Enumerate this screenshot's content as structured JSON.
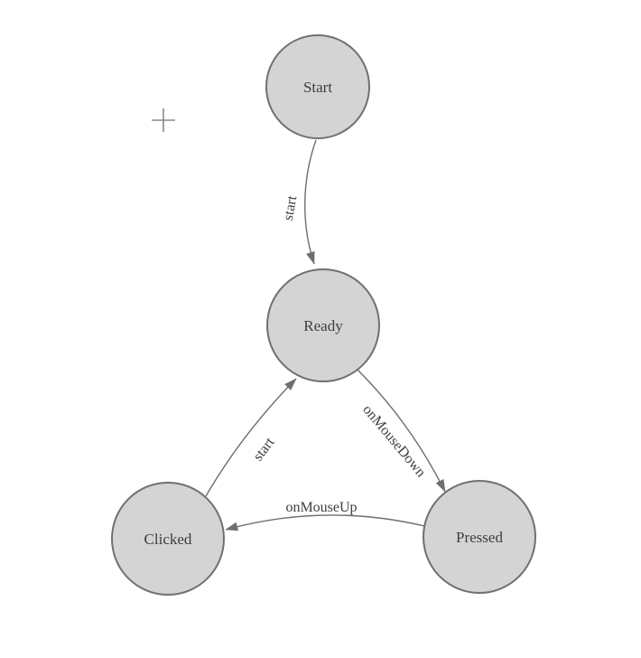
{
  "canvas": {
    "background": "#ffffff",
    "cursor_icon": "plus-crosshair"
  },
  "diagram": {
    "type": "state-machine-graph",
    "nodes": [
      {
        "id": "start",
        "label": "Start"
      },
      {
        "id": "ready",
        "label": "Ready"
      },
      {
        "id": "clicked",
        "label": "Clicked"
      },
      {
        "id": "pressed",
        "label": "Pressed"
      }
    ],
    "edges": [
      {
        "from": "start",
        "to": "ready",
        "label": "start"
      },
      {
        "from": "ready",
        "to": "pressed",
        "label": "onMouseDown"
      },
      {
        "from": "pressed",
        "to": "clicked",
        "label": "onMouseUp"
      },
      {
        "from": "clicked",
        "to": "ready",
        "label": "start"
      }
    ],
    "colors": {
      "node_fill": "#d4d4d4",
      "node_stroke": "#707070",
      "edge_stroke": "#6e6e6e",
      "label_text": "#3d3d3d",
      "crosshair": "#8a8a8a"
    }
  }
}
